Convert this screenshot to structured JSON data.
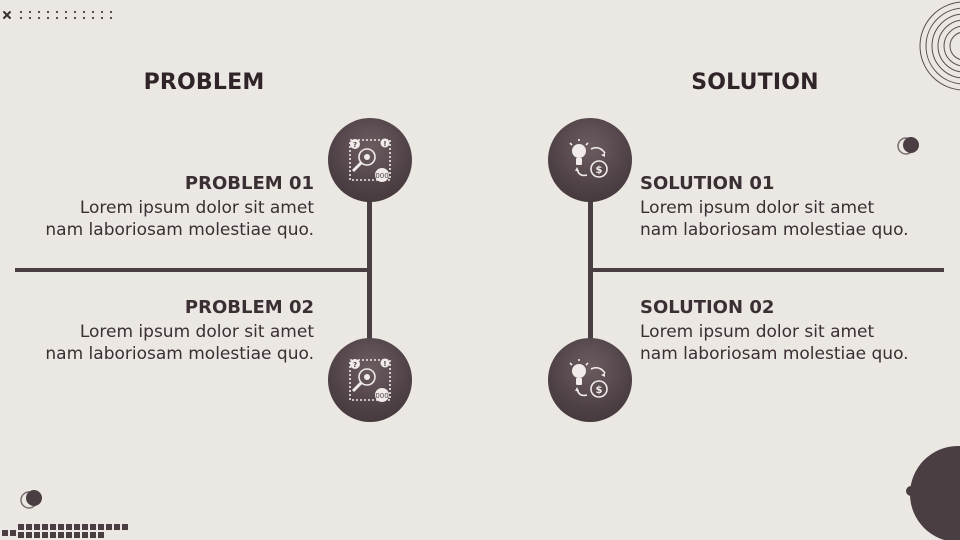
{
  "problem": {
    "heading": "PROBLEM",
    "items": [
      {
        "title": "PROBLEM 01",
        "line1": "Lorem ipsum dolor sit amet",
        "line2": "nam laboriosam molestiae quo."
      },
      {
        "title": "PROBLEM 02",
        "line1": "Lorem ipsum dolor sit amet",
        "line2": "nam laboriosam molestiae quo."
      }
    ],
    "icon": "problem-analysis-icon"
  },
  "solution": {
    "heading": "SOLUTION",
    "items": [
      {
        "title": "SOLUTION 01",
        "line1": "Lorem ipsum dolor sit amet",
        "line2": "nam laboriosam molestiae quo."
      },
      {
        "title": "SOLUTION 02",
        "line1": "Lorem ipsum dolor sit amet",
        "line2": "nam laboriosam molestiae quo."
      }
    ],
    "icon": "idea-money-icon"
  },
  "colors": {
    "background": "#ebe7e3",
    "dark": "#4a3e42",
    "text": "#3a2f33"
  }
}
